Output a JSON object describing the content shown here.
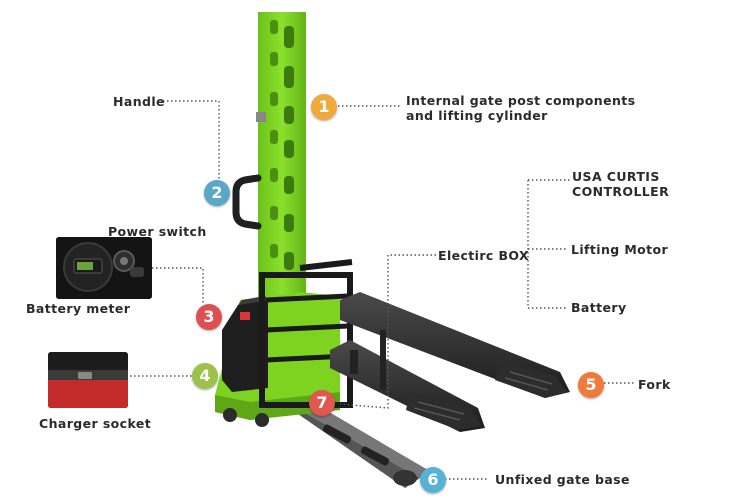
{
  "labels": {
    "handle": "Handle",
    "power_switch": "Power switch",
    "battery_meter": "Battery meter",
    "charger_socket": "Charger socket",
    "internal_gate": "Internal gate post components\nand lifting cylinder",
    "usa_curtis": "USA CURTIS\nCONTROLLER",
    "electric_box": "Electirc BOX",
    "lifting_motor": "Lifting Motor",
    "battery": "Battery",
    "fork": "Fork",
    "unfixed_base": "Unfixed gate base"
  },
  "badges": [
    {
      "number": "1",
      "color": "#f2a93b"
    },
    {
      "number": "2",
      "color": "#5aa7c8"
    },
    {
      "number": "3",
      "color": "#dc5050"
    },
    {
      "number": "4",
      "color": "#9cc24a"
    },
    {
      "number": "5",
      "color": "#f07a3a"
    },
    {
      "number": "6",
      "color": "#56b3d6"
    },
    {
      "number": "7",
      "color": "#e0584e"
    }
  ],
  "colors": {
    "mast_green": "#7ed321",
    "mast_dark": "#5ea818",
    "fork_dark": "#2a2a2a",
    "leader_line": "#555555"
  },
  "icons": [
    "stacker-illustration",
    "power-switch-photo",
    "charger-socket-photo"
  ]
}
